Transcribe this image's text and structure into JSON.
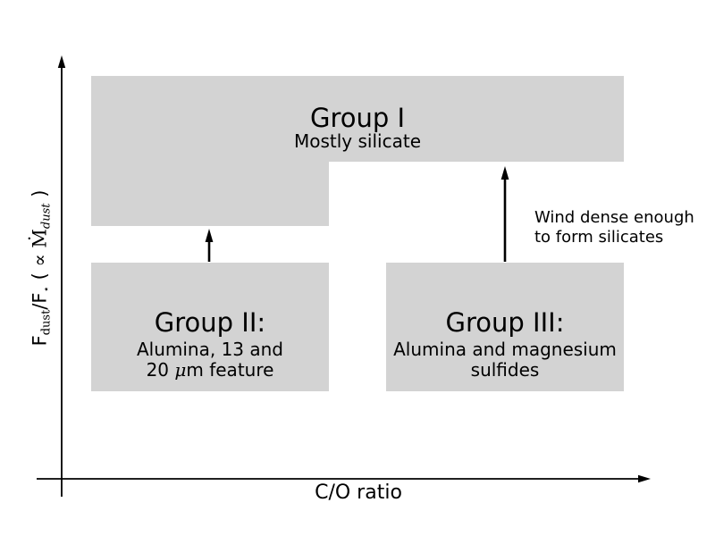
{
  "figure": {
    "background": "#ffffff",
    "box_fill": "#d3d3d3",
    "ink": "#000000"
  },
  "axes": {
    "x_label": "C/O ratio",
    "y_label_parts": {
      "f1": "F",
      "sub_dust1": "dust",
      "slash_f": "/F",
      "sub_star": "⋆",
      "open_paren": " ( ",
      "propto": "∝",
      "mdot": " Ṁ",
      "sub_dust2": "dust",
      "close_paren": " )"
    }
  },
  "groups": {
    "group1": {
      "title": "Group I",
      "subtitle": "Mostly silicate"
    },
    "group2": {
      "title": "Group II:",
      "line1": "Alumina, 13 and",
      "line2_pre": "20 ",
      "line2_mu": "μ",
      "line2_post": "m feature"
    },
    "group3": {
      "title": "Group III:",
      "line1": "Alumina and magnesium",
      "line2": "sulfides"
    }
  },
  "annotation": {
    "line1": "Wind dense enough",
    "line2": "to form silicates"
  }
}
